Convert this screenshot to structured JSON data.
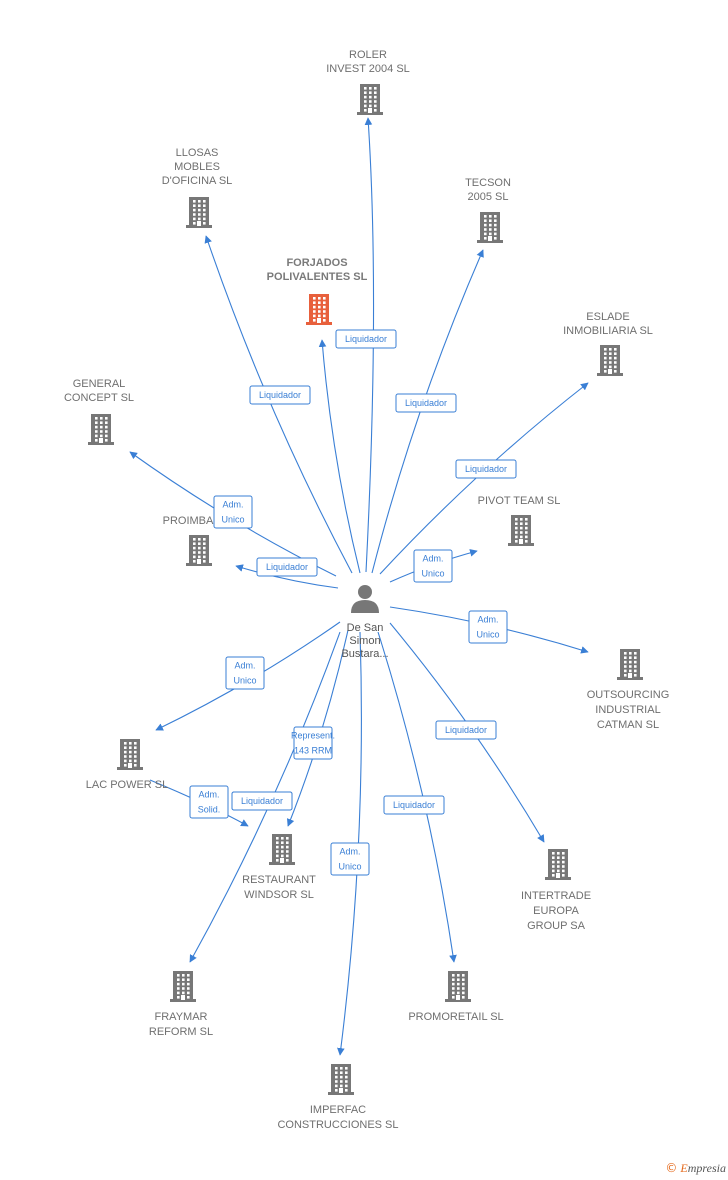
{
  "center": {
    "name_lines": [
      "De San",
      "Simon",
      "Bustara..."
    ],
    "icon": "person-icon"
  },
  "colors": {
    "edge": "#3a7fd5",
    "building": "#777777",
    "building_main": "#e8603c"
  },
  "companies": [
    {
      "id": "roler",
      "lines": [
        "ROLER",
        "INVEST 2004 SL"
      ],
      "relation": [
        "Liquidador"
      ]
    },
    {
      "id": "llosas",
      "lines": [
        "LLOSAS",
        "MOBLES",
        "D'OFICINA SL"
      ],
      "relation": [
        "Liquidador"
      ]
    },
    {
      "id": "tecson",
      "lines": [
        "TECSON",
        "2005 SL"
      ],
      "relation": [
        "Liquidador"
      ]
    },
    {
      "id": "forjados",
      "lines": [
        "FORJADOS",
        "POLIVALENTES SL"
      ],
      "relation": [
        "Liquidador"
      ],
      "main": true
    },
    {
      "id": "eslade",
      "lines": [
        "ESLADE",
        "INMOBILIARIA SL"
      ],
      "relation": [
        "Liquidador"
      ]
    },
    {
      "id": "general",
      "lines": [
        "GENERAL",
        "CONCEPT SL"
      ],
      "relation": [
        "Adm.",
        "Unico"
      ]
    },
    {
      "id": "pivot",
      "lines": [
        "PIVOT TEAM SL"
      ],
      "relation": [
        "Adm.",
        "Unico"
      ]
    },
    {
      "id": "proimba",
      "lines": [
        "PROIMBA"
      ],
      "relation": [
        "Liquidador"
      ]
    },
    {
      "id": "outsourcing",
      "lines": [
        "OUTSOURCING",
        "INDUSTRIAL",
        "CATMAN SL"
      ],
      "relation": [
        "Adm.",
        "Unico"
      ]
    },
    {
      "id": "lacpower",
      "lines": [
        "LAC POWER SL"
      ],
      "relation": [
        "Adm.",
        "Unico"
      ]
    },
    {
      "id": "intertrade",
      "lines": [
        "INTERTRADE",
        "EUROPA",
        "GROUP SA"
      ],
      "relation": [
        "Liquidador"
      ]
    },
    {
      "id": "restaurant",
      "lines": [
        "RESTAURANT",
        "WINDSOR SL"
      ],
      "relation": [
        "Represent.",
        "143 RRM"
      ],
      "extra_relations": [
        [
          "Adm.",
          "Solid."
        ],
        [
          "Liquidador"
        ]
      ]
    },
    {
      "id": "fraymar",
      "lines": [
        "FRAYMAR",
        "REFORM SL"
      ],
      "relation": [
        "Liquidador"
      ]
    },
    {
      "id": "promoretail",
      "lines": [
        "PROMORETAIL SL"
      ],
      "relation": [
        "Liquidador"
      ]
    },
    {
      "id": "imperfac",
      "lines": [
        "IMPERFAC",
        "CONSTRUCCIONES SL"
      ],
      "relation": [
        "Adm.",
        "Unico"
      ]
    }
  ],
  "credit": {
    "symbol": "©",
    "brand_initial": "E",
    "brand_rest": "mpresia"
  }
}
